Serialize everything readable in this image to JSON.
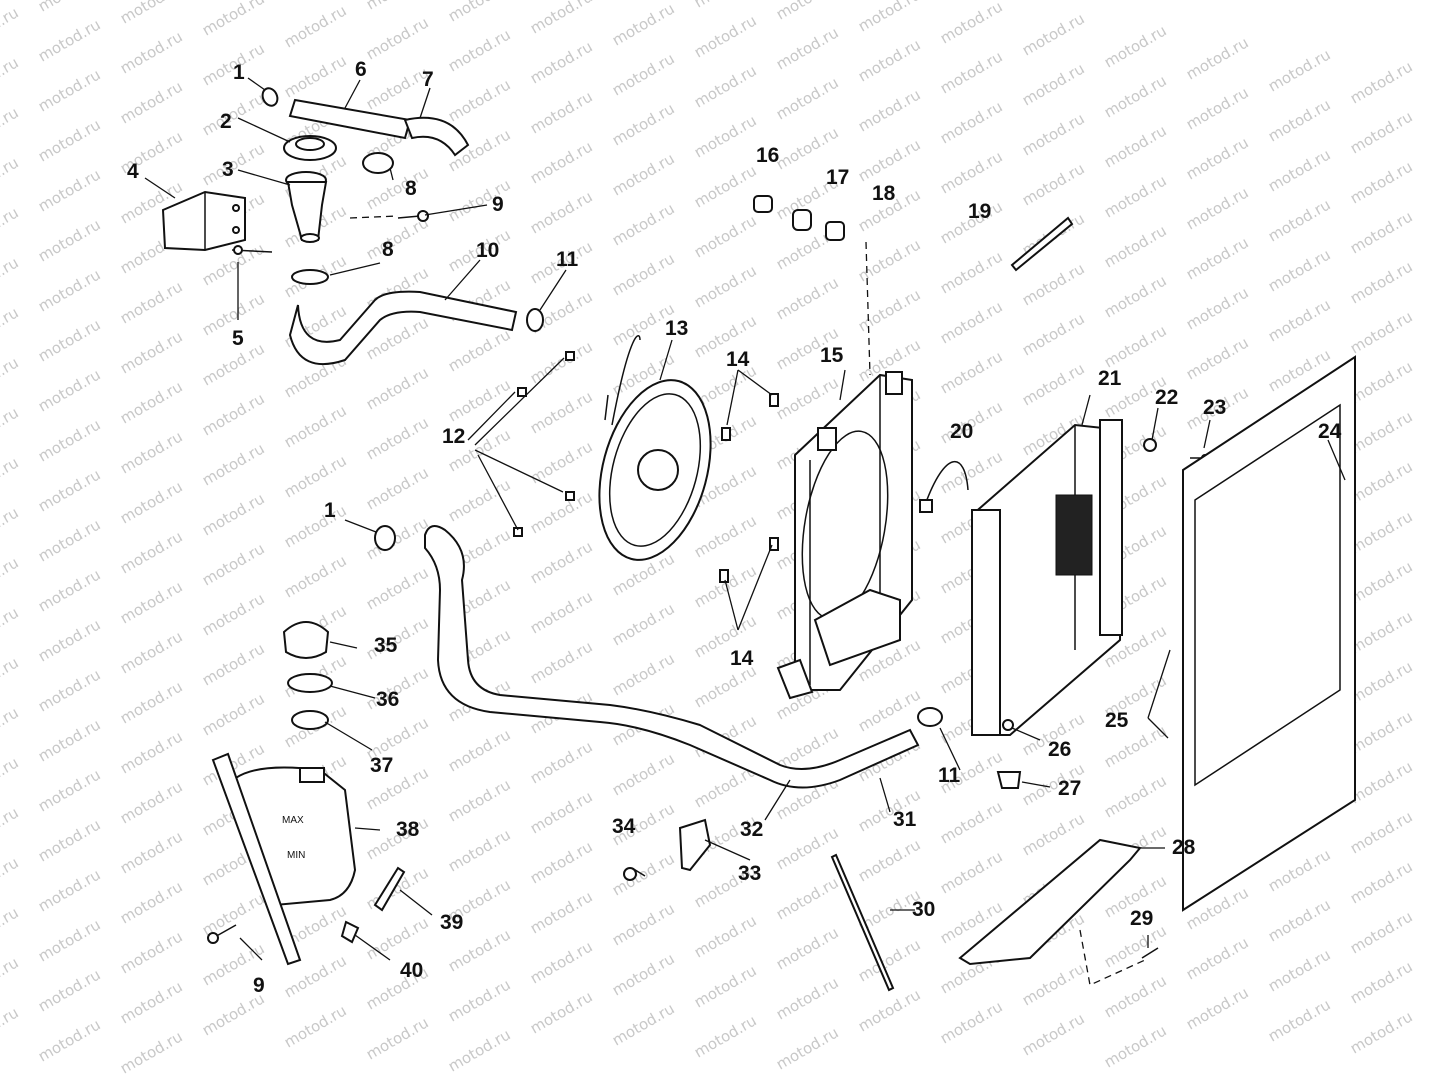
{
  "watermark": "motod.ru",
  "tank_marks": {
    "max": "MAX",
    "min": "MIN"
  },
  "callouts": [
    "1",
    "2",
    "3",
    "4",
    "5",
    "6",
    "7",
    "8",
    "9",
    "10",
    "11",
    "12",
    "13",
    "14",
    "15",
    "16",
    "17",
    "18",
    "19",
    "20",
    "21",
    "22",
    "23",
    "24",
    "25",
    "26",
    "27",
    "28",
    "29",
    "30",
    "31",
    "32",
    "33",
    "34",
    "35",
    "36",
    "37",
    "38",
    "39",
    "40"
  ]
}
